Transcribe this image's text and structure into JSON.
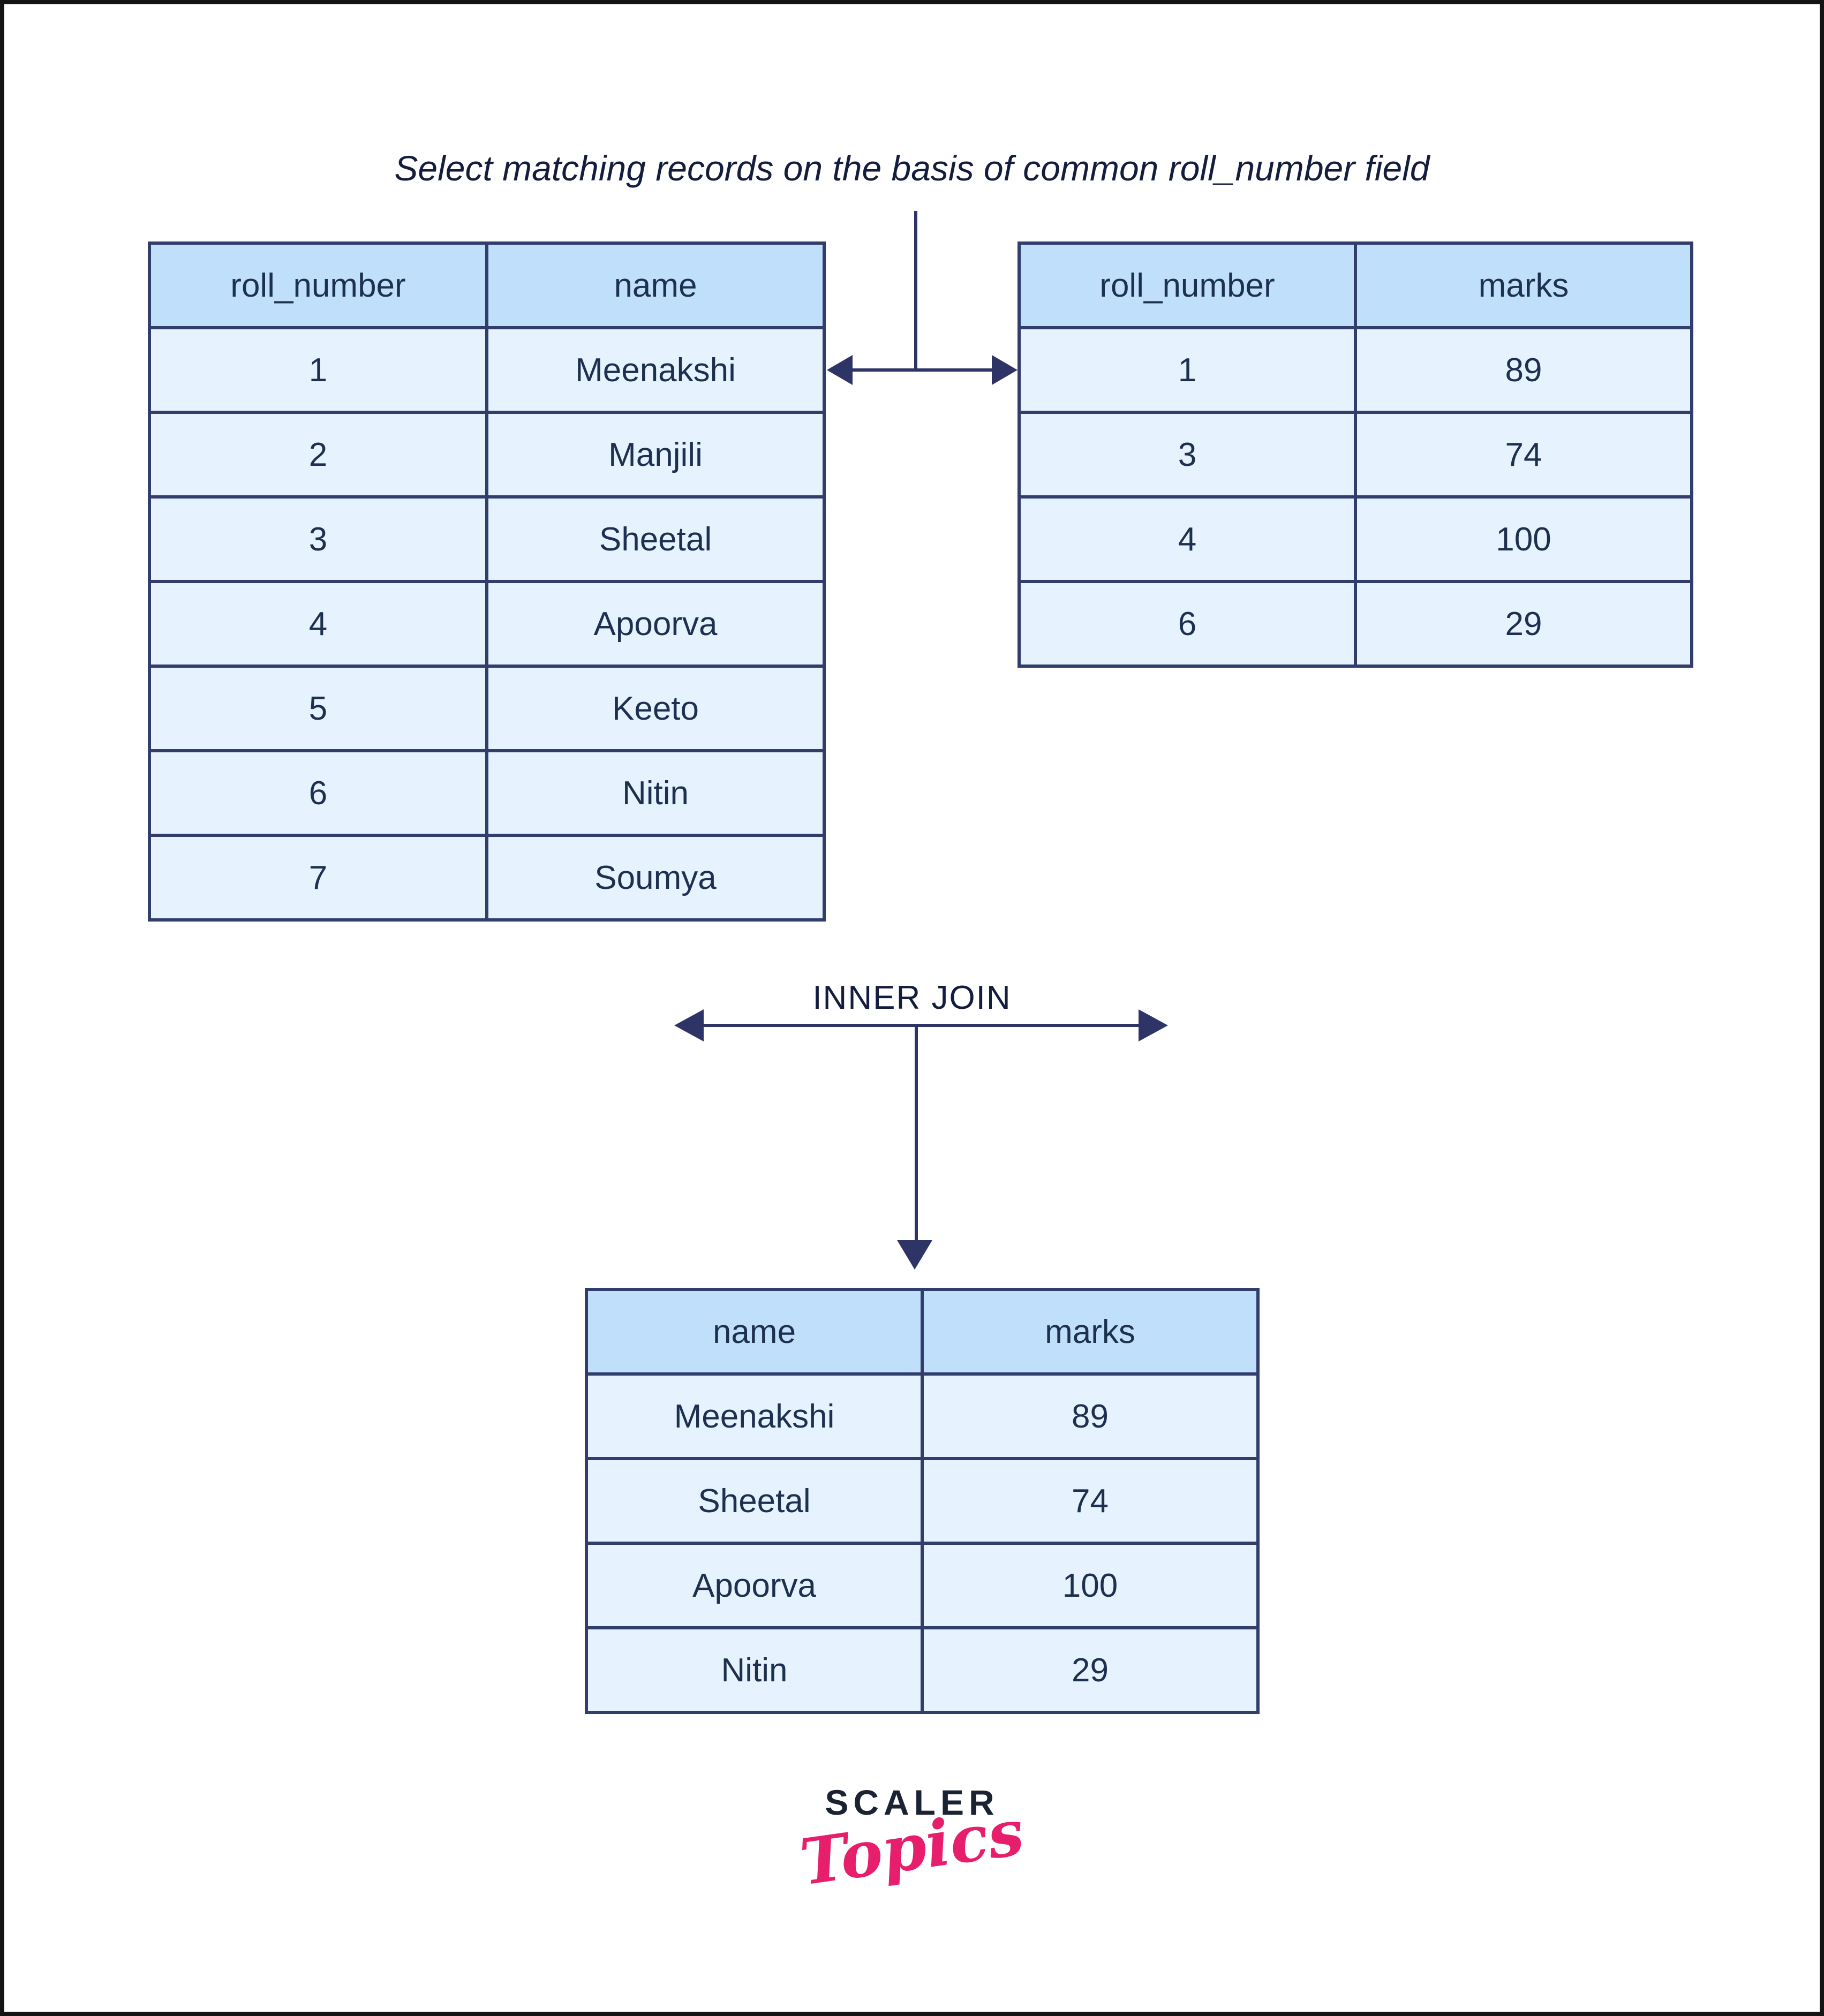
{
  "title": "Select matching records on the basis of common roll_number field",
  "join_label": "INNER JOIN",
  "tables": {
    "students": {
      "headers": [
        "roll_number",
        "name"
      ],
      "rows": [
        [
          "1",
          "Meenakshi"
        ],
        [
          "2",
          "Manjili"
        ],
        [
          "3",
          "Sheetal"
        ],
        [
          "4",
          "Apoorva"
        ],
        [
          "5",
          "Keeto"
        ],
        [
          "6",
          "Nitin"
        ],
        [
          "7",
          "Soumya"
        ]
      ]
    },
    "marks": {
      "headers": [
        "roll_number",
        "marks"
      ],
      "rows": [
        [
          "1",
          "89"
        ],
        [
          "3",
          "74"
        ],
        [
          "4",
          "100"
        ],
        [
          "6",
          "29"
        ]
      ]
    },
    "result": {
      "headers": [
        "name",
        "marks"
      ],
      "rows": [
        [
          "Meenakshi",
          "89"
        ],
        [
          "Sheetal",
          "74"
        ],
        [
          "Apoorva",
          "100"
        ],
        [
          "Nitin",
          "29"
        ]
      ]
    }
  },
  "logo": {
    "primary": "SCALER",
    "secondary": "Topics"
  },
  "colors": {
    "table_border": "#313e6b",
    "header_bg": "#bfdffa",
    "row_bg": "#e6f2fd",
    "cell_text": "#1e3050",
    "title_text": "#141d3e",
    "arrow": "#2e3566",
    "logo_primary": "#1b2333",
    "logo_secondary": "#e61e6b",
    "frame_border": "#141414",
    "background": "#ffffff"
  }
}
